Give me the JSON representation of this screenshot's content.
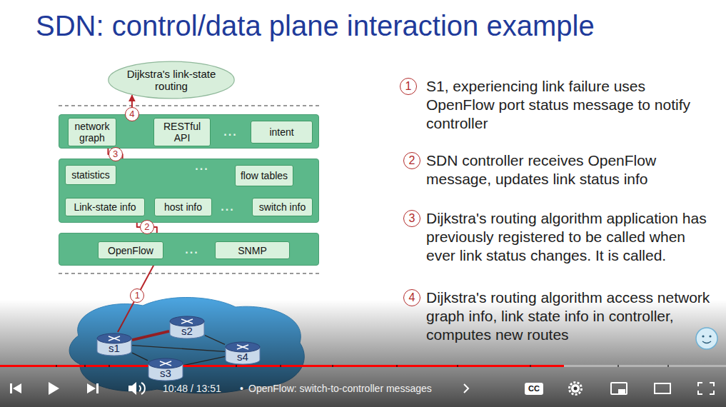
{
  "diagram": {
    "title": "SDN: control/data plane interaction example",
    "nodes": [
      {
        "text": [
          "Dijkstra's link-state routing"
        ]
      },
      {
        "text": [
          "..."
        ]
      },
      {
        "text": [
          "network graph"
        ],
        "in": 1
      },
      {
        "text": [
          "RESTful API"
        ],
        "in": 1
      },
      {
        "text": [
          "intent"
        ],
        "in": 1
      },
      {
        "text": [
          "...",
          "..."
        ]
      },
      {
        "text": [
          "statistics"
        ],
        "in": 5
      },
      {
        "text": [
          "flow tables"
        ],
        "in": 5
      },
      {
        "text": [
          "Link-state info"
        ],
        "in": 5
      },
      {
        "text": [
          "host info"
        ],
        "in": 5
      },
      {
        "text": [
          "switch info"
        ],
        "in": 5
      },
      {
        "text": [
          "..."
        ]
      },
      {
        "text": [
          "OpenFlow"
        ],
        "in": 11
      },
      {
        "text": [
          "SNMP"
        ],
        "in": 11
      },
      {
        "text": [
          "s1"
        ]
      },
      {
        "text": [
          "s2"
        ]
      },
      {
        "text": [
          "s3"
        ]
      },
      {
        "text": [
          "s4"
        ]
      }
    ],
    "edges": [
      {
        "from": 14,
        "to": 12,
        "arrow": "none",
        "label": "1"
      },
      {
        "from": 12,
        "to": 8,
        "arrow": "none",
        "label": "2"
      },
      {
        "from": 8,
        "to": 2,
        "arrow": "none",
        "label": "3"
      },
      {
        "from": 2,
        "to": 0,
        "arrow": "to",
        "label": "4"
      },
      {
        "from": 14,
        "to": 15,
        "arrow": "none"
      },
      {
        "from": 14,
        "to": 16,
        "arrow": "none"
      },
      {
        "from": 14,
        "to": 17,
        "arrow": "none"
      },
      {
        "from": 15,
        "to": 17,
        "arrow": "none"
      },
      {
        "from": 16,
        "to": 17,
        "arrow": "none"
      }
    ],
    "labels": [
      "1",
      "2",
      "3",
      "4",
      "S1, experiencing link failure uses OpenFlow port status message to notify controller",
      "SDN controller receives OpenFlow message, updates link status info",
      "Dijkstra's routing algorithm application has previously registered to be called when ever link status changes. It is called.",
      "Dijkstra's routing algorithm access network graph info, link state info in controller, computes new routes",
      "10:48 / 13:51",
      "•",
      "OpenFlow: switch-to-controller messages",
      "CC"
    ]
  }
}
